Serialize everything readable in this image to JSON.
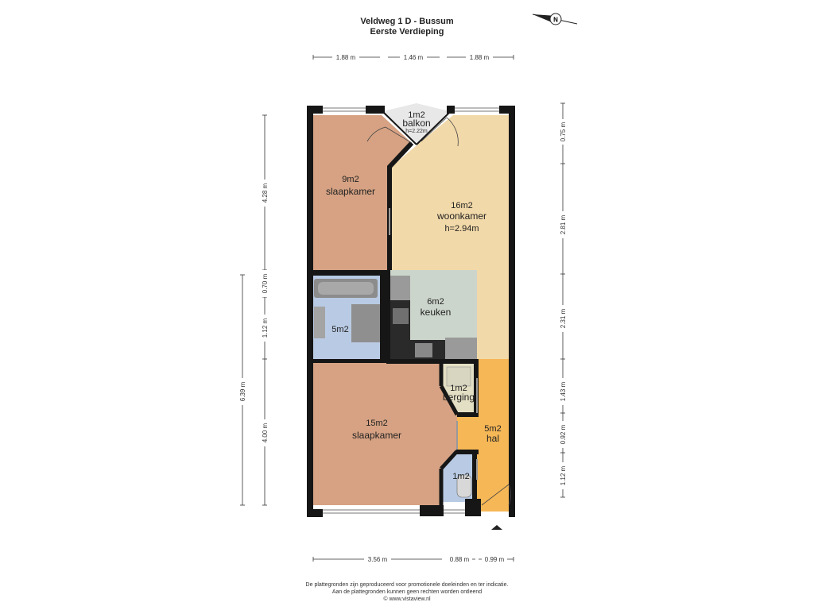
{
  "header": {
    "address": "Veldweg 1 D - Bussum",
    "floor": "Eerste Verdieping"
  },
  "rooms": {
    "balkon": {
      "area": "1m2",
      "name": "balkon",
      "height": "h=2.22m"
    },
    "slaapkamer_top": {
      "area": "9m2",
      "name": "slaapkamer"
    },
    "woonkamer": {
      "area": "16m2",
      "name": "woonkamer",
      "height": "h=2.94m"
    },
    "keuken": {
      "area": "6m2",
      "name": "keuken"
    },
    "badkamer": {
      "area": "5m2"
    },
    "berging": {
      "area": "1m2",
      "name": "berging"
    },
    "slaapkamer_bottom": {
      "area": "15m2",
      "name": "slaapkamer"
    },
    "hal": {
      "area": "5m2",
      "name": "hal"
    },
    "toilet": {
      "area": "1m2"
    }
  },
  "dimensions": {
    "top": [
      "1.88 m",
      "1.46 m",
      "1.88 m"
    ],
    "bottom": [
      "3.56 m",
      "0.88 m",
      "0.99 m"
    ],
    "left_outer": "6.39 m",
    "left_inner": [
      "4.28 m",
      "0.70 m",
      "1.12 m",
      "4.00 m"
    ],
    "right": [
      "0.75 m",
      "2.81 m",
      "2.31 m",
      "1.43 m",
      "0.92 m",
      "1.12 m"
    ]
  },
  "compass": {
    "label": "N"
  },
  "footer": {
    "line1": "De plattegronden zijn geproduceerd voor promotionele doeleinden en ter indicatie.",
    "line2": "Aan de plattegronden kunnen geen rechten worden ontleend",
    "line3": "© www.vistaview.nl"
  },
  "colors": {
    "bedroom": "#d6a283",
    "living": "#f2d9a9",
    "kitchen": "#ccd5cc",
    "bathroom": "#b9cbe4",
    "storage": "#e3dfc4",
    "hall": "#f6b756",
    "wall": "#161616"
  }
}
